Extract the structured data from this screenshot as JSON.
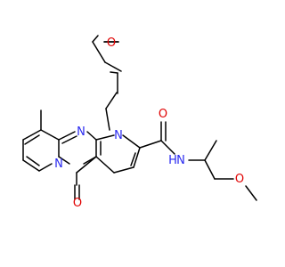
{
  "atoms": {
    "methoxy_top_O": "O",
    "ring_N1": "N",
    "ring_N_bridge": "N",
    "ring_N_pyrido": "N",
    "amide_O": "O",
    "amide_N": "N",
    "amide_H": "H",
    "keto_O": "O",
    "methoxy_bottom_O": "O"
  },
  "colors": {
    "bond": "#000000",
    "nitrogen": "#2a2af0",
    "oxygen": "#e00000"
  }
}
